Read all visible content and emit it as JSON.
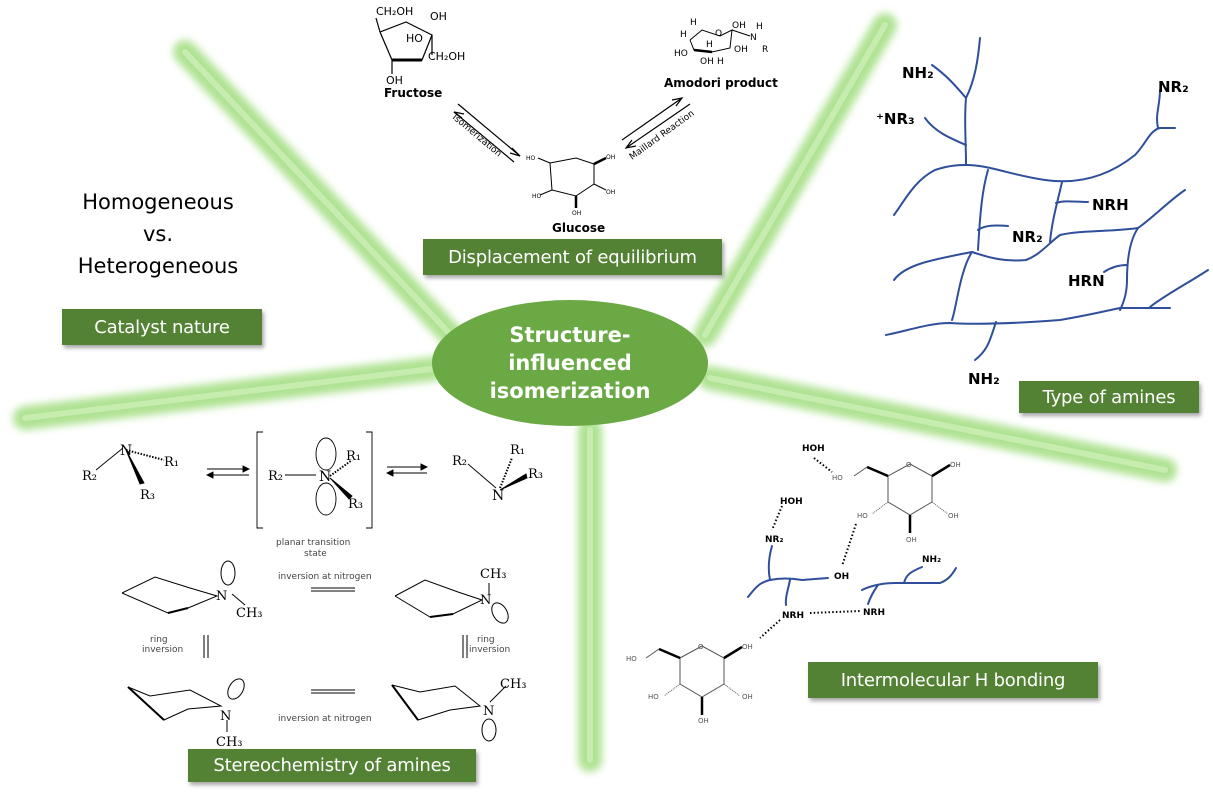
{
  "center": {
    "lines": [
      "Structure-",
      "influenced",
      "isomerization"
    ]
  },
  "branches": {
    "catalyst": {
      "label": "Catalyst nature",
      "text_lines": [
        "Homogeneous",
        "vs.",
        "Heterogeneous"
      ]
    },
    "equilibrium": {
      "label": "Displacement of equilibrium",
      "molecules": {
        "fructose": "Fructose",
        "glucose": "Glucose",
        "amadori": "Amodori product"
      },
      "arrows": {
        "left": "Isomerization",
        "right": "Maillard Reaction"
      },
      "fructose_groups": [
        "CH₂OH",
        "OH",
        "HO",
        "CH₂OH",
        "OH"
      ],
      "amadori_groups": [
        "H",
        "H",
        "O",
        "OH",
        "H",
        "N",
        "R",
        "HO",
        "H",
        "H",
        "OH",
        "OH",
        "H"
      ]
    },
    "amines": {
      "label": "Type of amines",
      "groups": [
        "NH₂",
        "⁺NR₃",
        "NR₂",
        "NRH",
        "NR₂",
        "HRN",
        "NH₂"
      ]
    },
    "stereo": {
      "label": "Stereochemistry of amines",
      "transition_caption": [
        "planar transition",
        "state"
      ],
      "substituents": [
        "R₁",
        "R₂",
        "R₃"
      ],
      "nitrogen": "N",
      "methyl": "CH₃",
      "inversion_nitrogen": "inversion at nitrogen",
      "ring_inversion": [
        "ring",
        "inversion"
      ]
    },
    "hbond": {
      "label": "Intermolecular H bonding",
      "groups": {
        "hoh1": "HOH",
        "hoh2": "HOH",
        "nr2": "NR₂",
        "oh": "OH",
        "nh2": "NH₂",
        "nrh1": "NRH",
        "nrh2": "NRH"
      },
      "glucose_groups": [
        "HO",
        "O",
        "OH",
        "HO",
        "OH",
        "OH"
      ]
    }
  },
  "colors": {
    "box_green": "#548235",
    "hub_green": "#6aa944",
    "ray_green": "#a8e08a",
    "amine_blue": "#2f4f9a"
  }
}
